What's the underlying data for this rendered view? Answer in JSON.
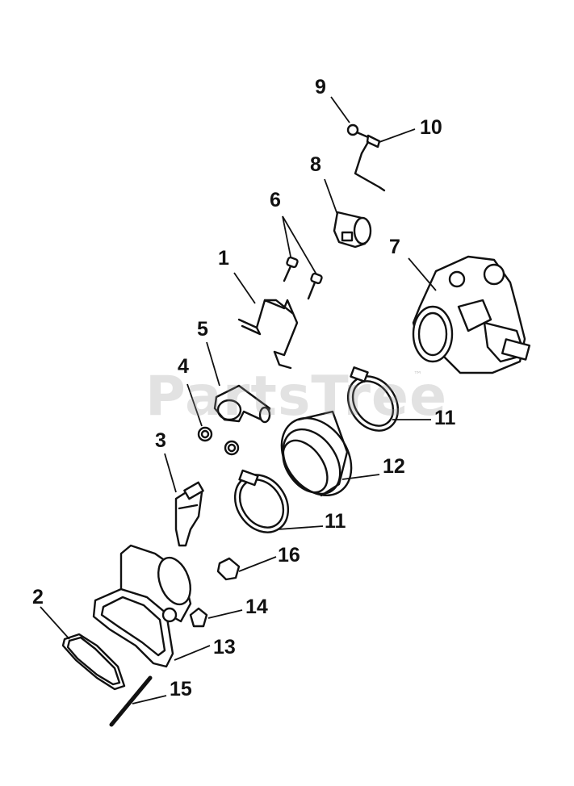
{
  "watermark": {
    "text": "PartsTree",
    "trademark": "™"
  },
  "callouts": [
    {
      "id": "c1",
      "label": "1"
    },
    {
      "id": "c2",
      "label": "2"
    },
    {
      "id": "c3",
      "label": "3"
    },
    {
      "id": "c4",
      "label": "4"
    },
    {
      "id": "c5",
      "label": "5"
    },
    {
      "id": "c6",
      "label": "6"
    },
    {
      "id": "c7",
      "label": "7"
    },
    {
      "id": "c8",
      "label": "8"
    },
    {
      "id": "c9",
      "label": "9"
    },
    {
      "id": "c10",
      "label": "10"
    },
    {
      "id": "c11a",
      "label": "11"
    },
    {
      "id": "c11b",
      "label": "11"
    },
    {
      "id": "c12",
      "label": "12"
    },
    {
      "id": "c13",
      "label": "13"
    },
    {
      "id": "c14",
      "label": "14"
    },
    {
      "id": "c15",
      "label": "15"
    },
    {
      "id": "c16",
      "label": "16"
    }
  ]
}
